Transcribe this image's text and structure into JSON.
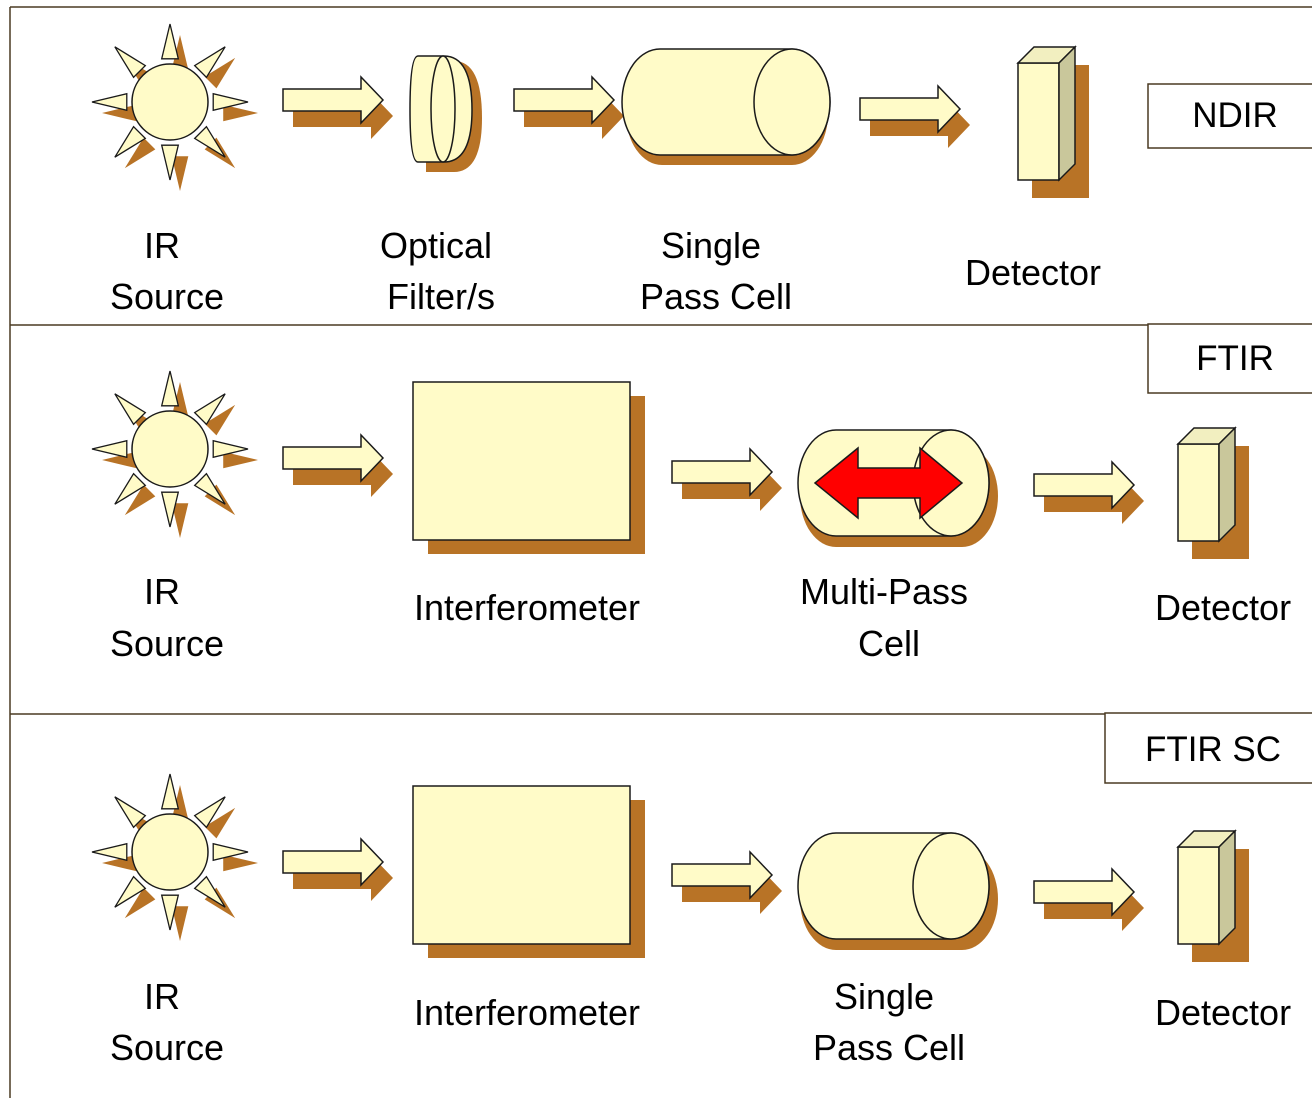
{
  "colors": {
    "fill": "#fffbc8",
    "shadow": "#b87326",
    "outline": "#1a1a1a",
    "border": "#4a3a22",
    "detector_side": "#c9c79b",
    "detector_top": "#f2efc0",
    "multipass_arrow": "#ff0000"
  },
  "panels": [
    {
      "tag": "NDIR",
      "labels": {
        "source": [
          "IR",
          "Source"
        ],
        "filter": [
          "Optical",
          "Filter/s"
        ],
        "cell": [
          "Single",
          "Pass Cell"
        ],
        "detector": [
          "Detector"
        ]
      }
    },
    {
      "tag": "FTIR",
      "labels": {
        "source": [
          "IR",
          "Source"
        ],
        "interferometer": [
          "Interferometer"
        ],
        "cell": [
          "Multi-Pass",
          "Cell"
        ],
        "detector": [
          "Detector"
        ]
      }
    },
    {
      "tag": "FTIR SC",
      "labels": {
        "source": [
          "IR",
          "Source"
        ],
        "interferometer": [
          "Interferometer"
        ],
        "cell": [
          "Single",
          "Pass Cell"
        ],
        "detector": [
          "Detector"
        ]
      }
    }
  ]
}
